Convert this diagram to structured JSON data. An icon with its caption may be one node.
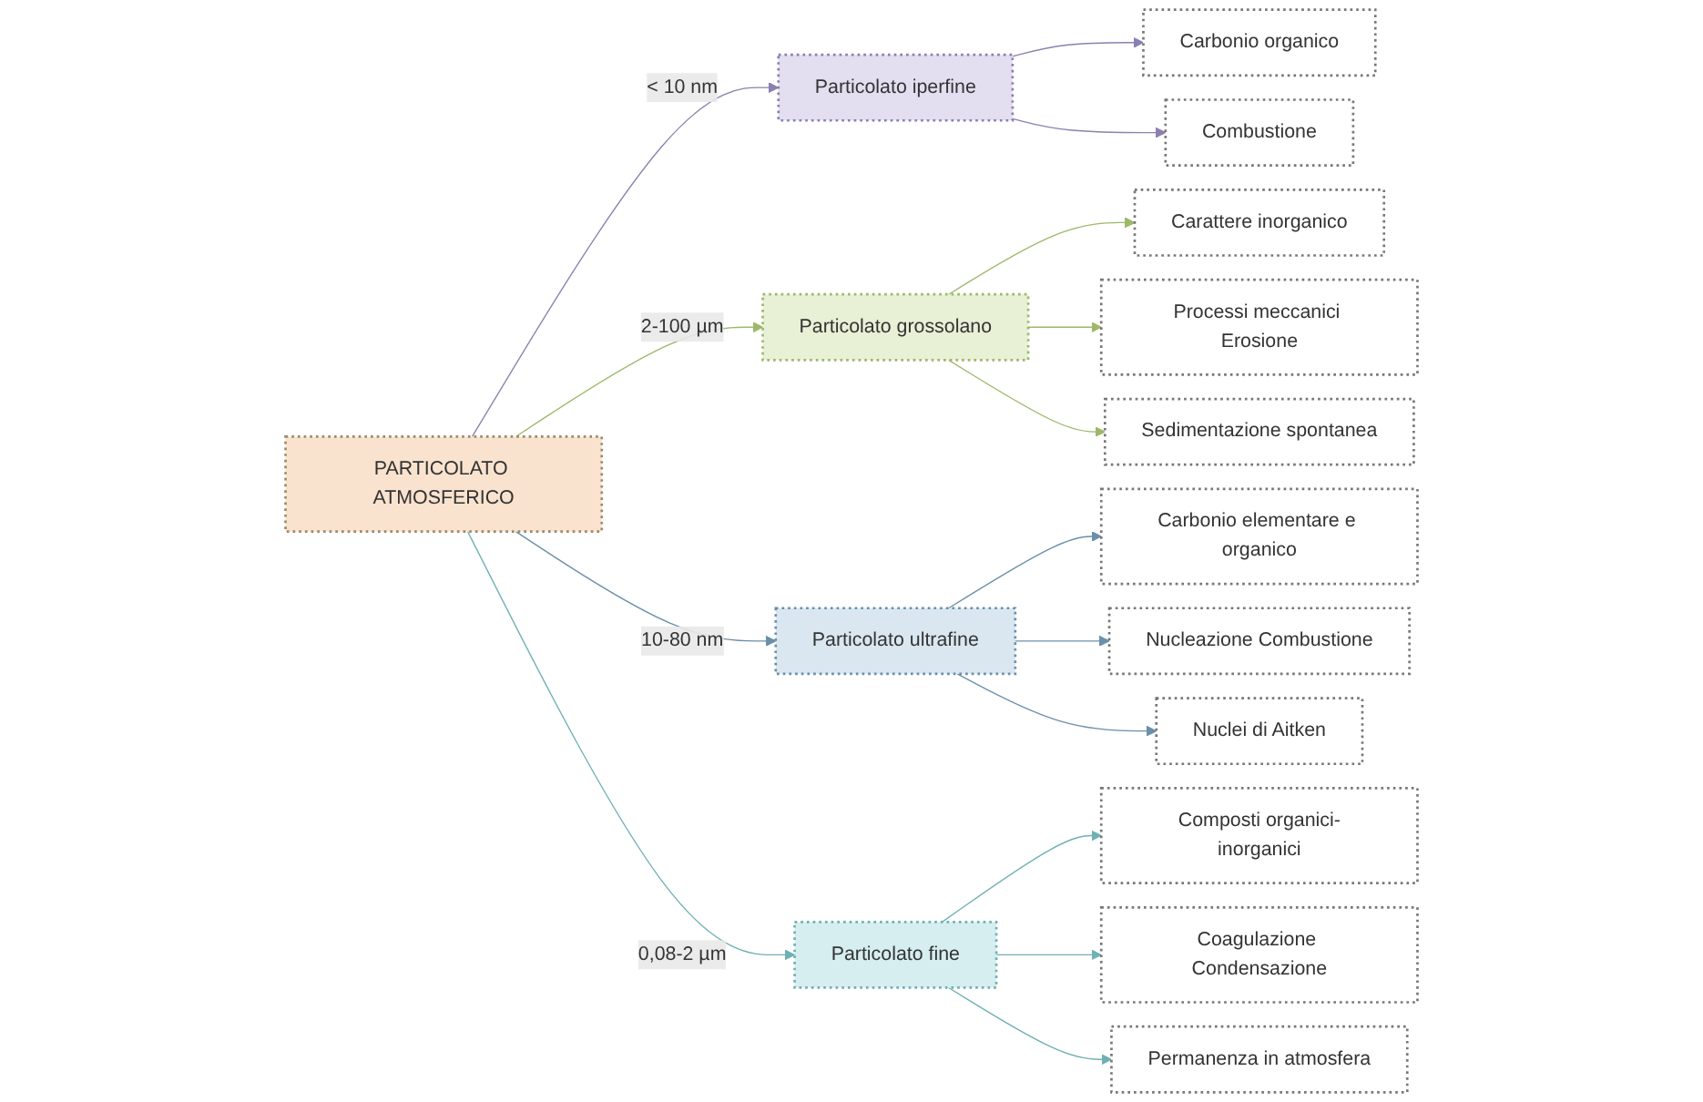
{
  "diagram": {
    "nodes": [
      {
        "text": [
          "PARTICOLATO ATMOSFERICO"
        ]
      },
      {
        "text": [
          "Particolato iperfine"
        ]
      },
      {
        "text": [
          "Carbonio organico"
        ]
      },
      {
        "text": [
          "Combustione"
        ]
      },
      {
        "text": [
          "Particolato grossolano"
        ]
      },
      {
        "text": [
          "Carattere inorganico"
        ]
      },
      {
        "text": [
          "Processi meccanici Erosione"
        ]
      },
      {
        "text": [
          "Sedimentazione spontanea"
        ]
      },
      {
        "text": [
          "Particolato ultrafine"
        ]
      },
      {
        "text": [
          "Carbonio elementare e organico"
        ]
      },
      {
        "text": [
          "Nucleazione Combustione"
        ]
      },
      {
        "text": [
          "Nuclei di Aitken"
        ]
      },
      {
        "text": [
          "Particolato fine"
        ]
      },
      {
        "text": [
          "Composti organici-inorganici"
        ]
      },
      {
        "text": [
          "Coagulazione Condensazione"
        ]
      },
      {
        "text": [
          "Permanenza in atmosfera"
        ]
      }
    ],
    "edges": [
      {
        "from": 0,
        "to": 1,
        "arrow": "to",
        "label": "< 10 nm",
        "color": "#8c7fb0"
      },
      {
        "from": 1,
        "to": 2,
        "arrow": "to",
        "color": "#8c7fb0"
      },
      {
        "from": 1,
        "to": 3,
        "arrow": "to",
        "color": "#8c7fb0"
      },
      {
        "from": 0,
        "to": 4,
        "arrow": "to",
        "label": "2-100 µm",
        "color": "#9db86a"
      },
      {
        "from": 4,
        "to": 5,
        "arrow": "to",
        "color": "#9db86a"
      },
      {
        "from": 4,
        "to": 6,
        "arrow": "to",
        "color": "#9db86a"
      },
      {
        "from": 4,
        "to": 7,
        "arrow": "to",
        "color": "#9db86a"
      },
      {
        "from": 0,
        "to": 8,
        "arrow": "to",
        "label": "10-80 nm",
        "color": "#6a8fa8"
      },
      {
        "from": 8,
        "to": 9,
        "arrow": "to",
        "color": "#6a8fa8"
      },
      {
        "from": 8,
        "to": 10,
        "arrow": "to",
        "color": "#6a8fa8"
      },
      {
        "from": 8,
        "to": 11,
        "arrow": "to",
        "color": "#6a8fa8"
      },
      {
        "from": 0,
        "to": 12,
        "arrow": "to",
        "label": "0,08-2 µm",
        "color": "#6fb0b3"
      },
      {
        "from": 12,
        "to": 13,
        "arrow": "to",
        "color": "#6fb0b3"
      },
      {
        "from": 12,
        "to": 14,
        "arrow": "to",
        "color": "#6fb0b3"
      },
      {
        "from": 12,
        "to": 15,
        "arrow": "to",
        "color": "#6fb0b3"
      }
    ]
  }
}
